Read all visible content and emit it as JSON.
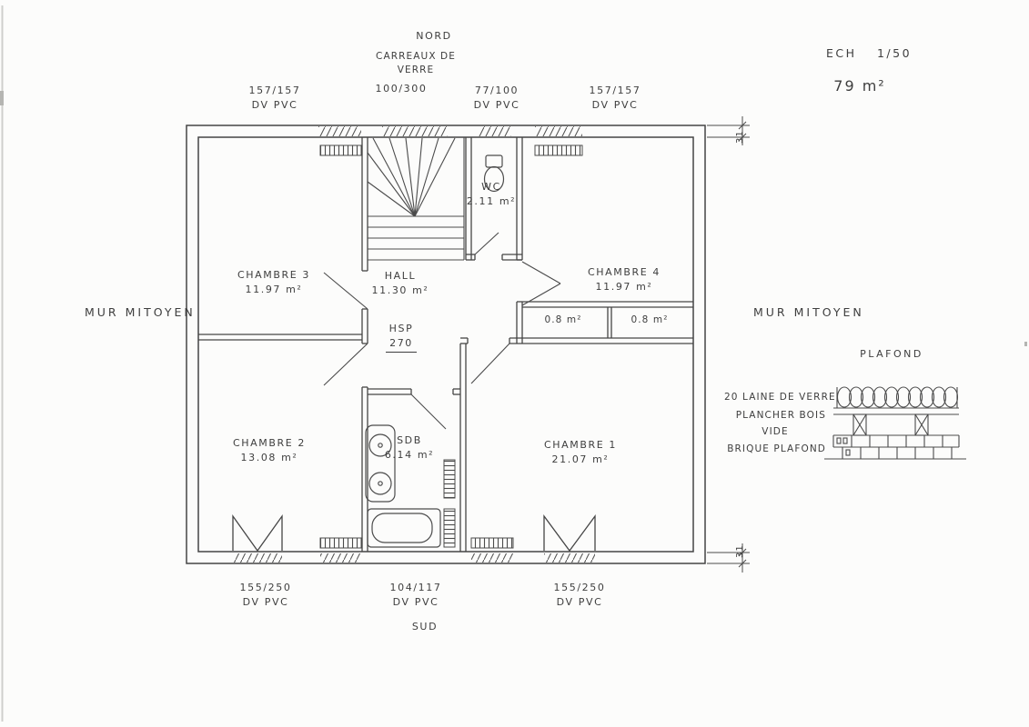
{
  "header": {
    "scale": "ECH 1/50",
    "area": "79 m²"
  },
  "orientation": {
    "north": "NORD",
    "south": "SUD"
  },
  "party_wall": {
    "left": "MUR MITOYEN",
    "right": "MUR MITOYEN"
  },
  "windows": {
    "top": [
      {
        "size": "157/157",
        "type": "DV PVC"
      },
      {
        "label": "CARREAUX DE VERRE",
        "size": "100/300"
      },
      {
        "size": "77/100",
        "type": "DV PVC"
      },
      {
        "size": "157/157",
        "type": "DV PVC"
      }
    ],
    "bottom": [
      {
        "size": "155/250",
        "type": "DV PVC"
      },
      {
        "size": "104/117",
        "type": "DV PVC"
      },
      {
        "size": "155/250",
        "type": "DV PVC"
      }
    ]
  },
  "rooms": [
    {
      "name": "CHAMBRE 3",
      "area": "11.97 m²"
    },
    {
      "name": "HALL",
      "area": "11.30 m²"
    },
    {
      "name": "WC",
      "area": "2.11 m²"
    },
    {
      "name": "CHAMBRE 4",
      "area": "11.97 m²"
    },
    {
      "name": "CHAMBRE 2",
      "area": "13.08 m²"
    },
    {
      "name": "SDB",
      "area": "6.14 m²"
    },
    {
      "name": "CHAMBRE 1",
      "area": "21.07 m²"
    }
  ],
  "closets": [
    {
      "area": "0.8 m²"
    },
    {
      "area": "0.8 m²"
    }
  ],
  "hall_height": {
    "label": "HSP",
    "value": "270"
  },
  "ceiling": {
    "title": "PLAFOND",
    "layers": [
      "20 LAINE DE VERRE",
      "PLANCHER BOIS",
      "VIDE",
      "BRIQUE PLAFOND"
    ]
  },
  "dimensions": {
    "top_right": "31",
    "bottom_right": "31"
  }
}
